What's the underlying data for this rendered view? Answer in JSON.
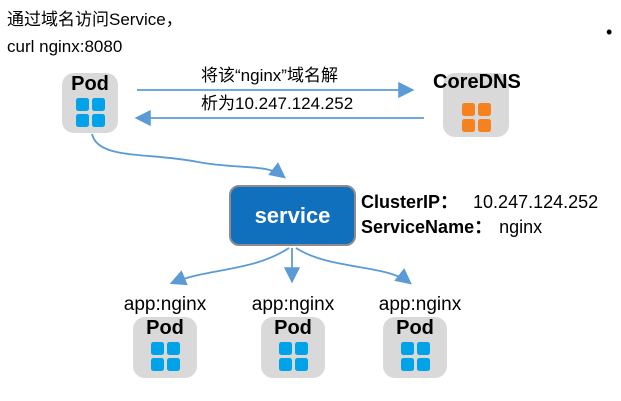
{
  "title": {
    "line1": "通过域名访问Service，",
    "line2": "curl nginx:8080"
  },
  "bullet_marker": "•",
  "client_pod": {
    "label": "Pod"
  },
  "coredns": {
    "label": "CoreDNS"
  },
  "dns_flow": {
    "query_label_line1": "将该“nginx”域名解",
    "query_label_line2": "析为10.247.124.252"
  },
  "service": {
    "label": "service"
  },
  "service_info": {
    "clusterip_key": "ClusterIP：",
    "clusterip_value": "10.247.124.252",
    "servicename_key": "ServiceName：",
    "servicename_value": "nginx"
  },
  "backend_pods": [
    {
      "selector": "app:nginx",
      "label": "Pod"
    },
    {
      "selector": "app:nginx",
      "label": "Pod"
    },
    {
      "selector": "app:nginx",
      "label": "Pod"
    }
  ],
  "colors": {
    "box_gray": "#D9D9D9",
    "pod_icon_blue": "#00A2E8",
    "coredns_icon_orange": "#F5821F",
    "service_blue": "#1170BD",
    "arrow_blue": "#5B9BD5",
    "text_black": "#000000"
  }
}
